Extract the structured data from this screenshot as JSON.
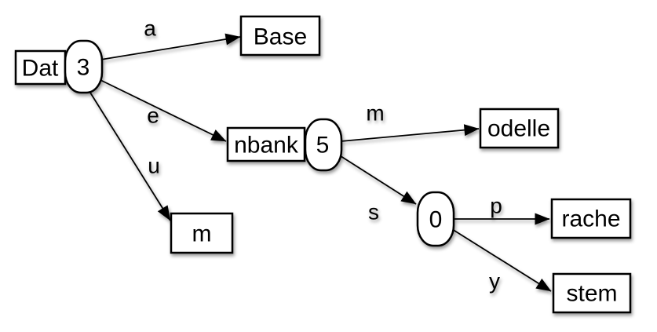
{
  "diagram": {
    "type": "trie",
    "colors": {
      "background": "#ffffff",
      "stroke": "#000000",
      "node_fill": "#ffffff"
    },
    "nodes": [
      {
        "id": "dat",
        "label": "Dat",
        "shape": "rect"
      },
      {
        "id": "count-3",
        "label": "3",
        "shape": "bubble"
      },
      {
        "id": "base",
        "label": "Base",
        "shape": "rect"
      },
      {
        "id": "nbank",
        "label": "nbank",
        "shape": "rect"
      },
      {
        "id": "count-5",
        "label": "5",
        "shape": "bubble"
      },
      {
        "id": "m-leaf",
        "label": "m",
        "shape": "rect"
      },
      {
        "id": "odelle",
        "label": "odelle",
        "shape": "rect"
      },
      {
        "id": "count-0",
        "label": "0",
        "shape": "bubble"
      },
      {
        "id": "rache",
        "label": "rache",
        "shape": "rect"
      },
      {
        "id": "stem",
        "label": "stem",
        "shape": "rect"
      }
    ],
    "edges": [
      {
        "from": "count-3",
        "to": "base",
        "label": "a"
      },
      {
        "from": "count-3",
        "to": "nbank",
        "label": "e"
      },
      {
        "from": "count-3",
        "to": "m-leaf",
        "label": "u"
      },
      {
        "from": "count-5",
        "to": "odelle",
        "label": "m"
      },
      {
        "from": "count-5",
        "to": "count-0",
        "label": "s"
      },
      {
        "from": "count-0",
        "to": "rache",
        "label": "p"
      },
      {
        "from": "count-0",
        "to": "stem",
        "label": "y"
      }
    ]
  }
}
